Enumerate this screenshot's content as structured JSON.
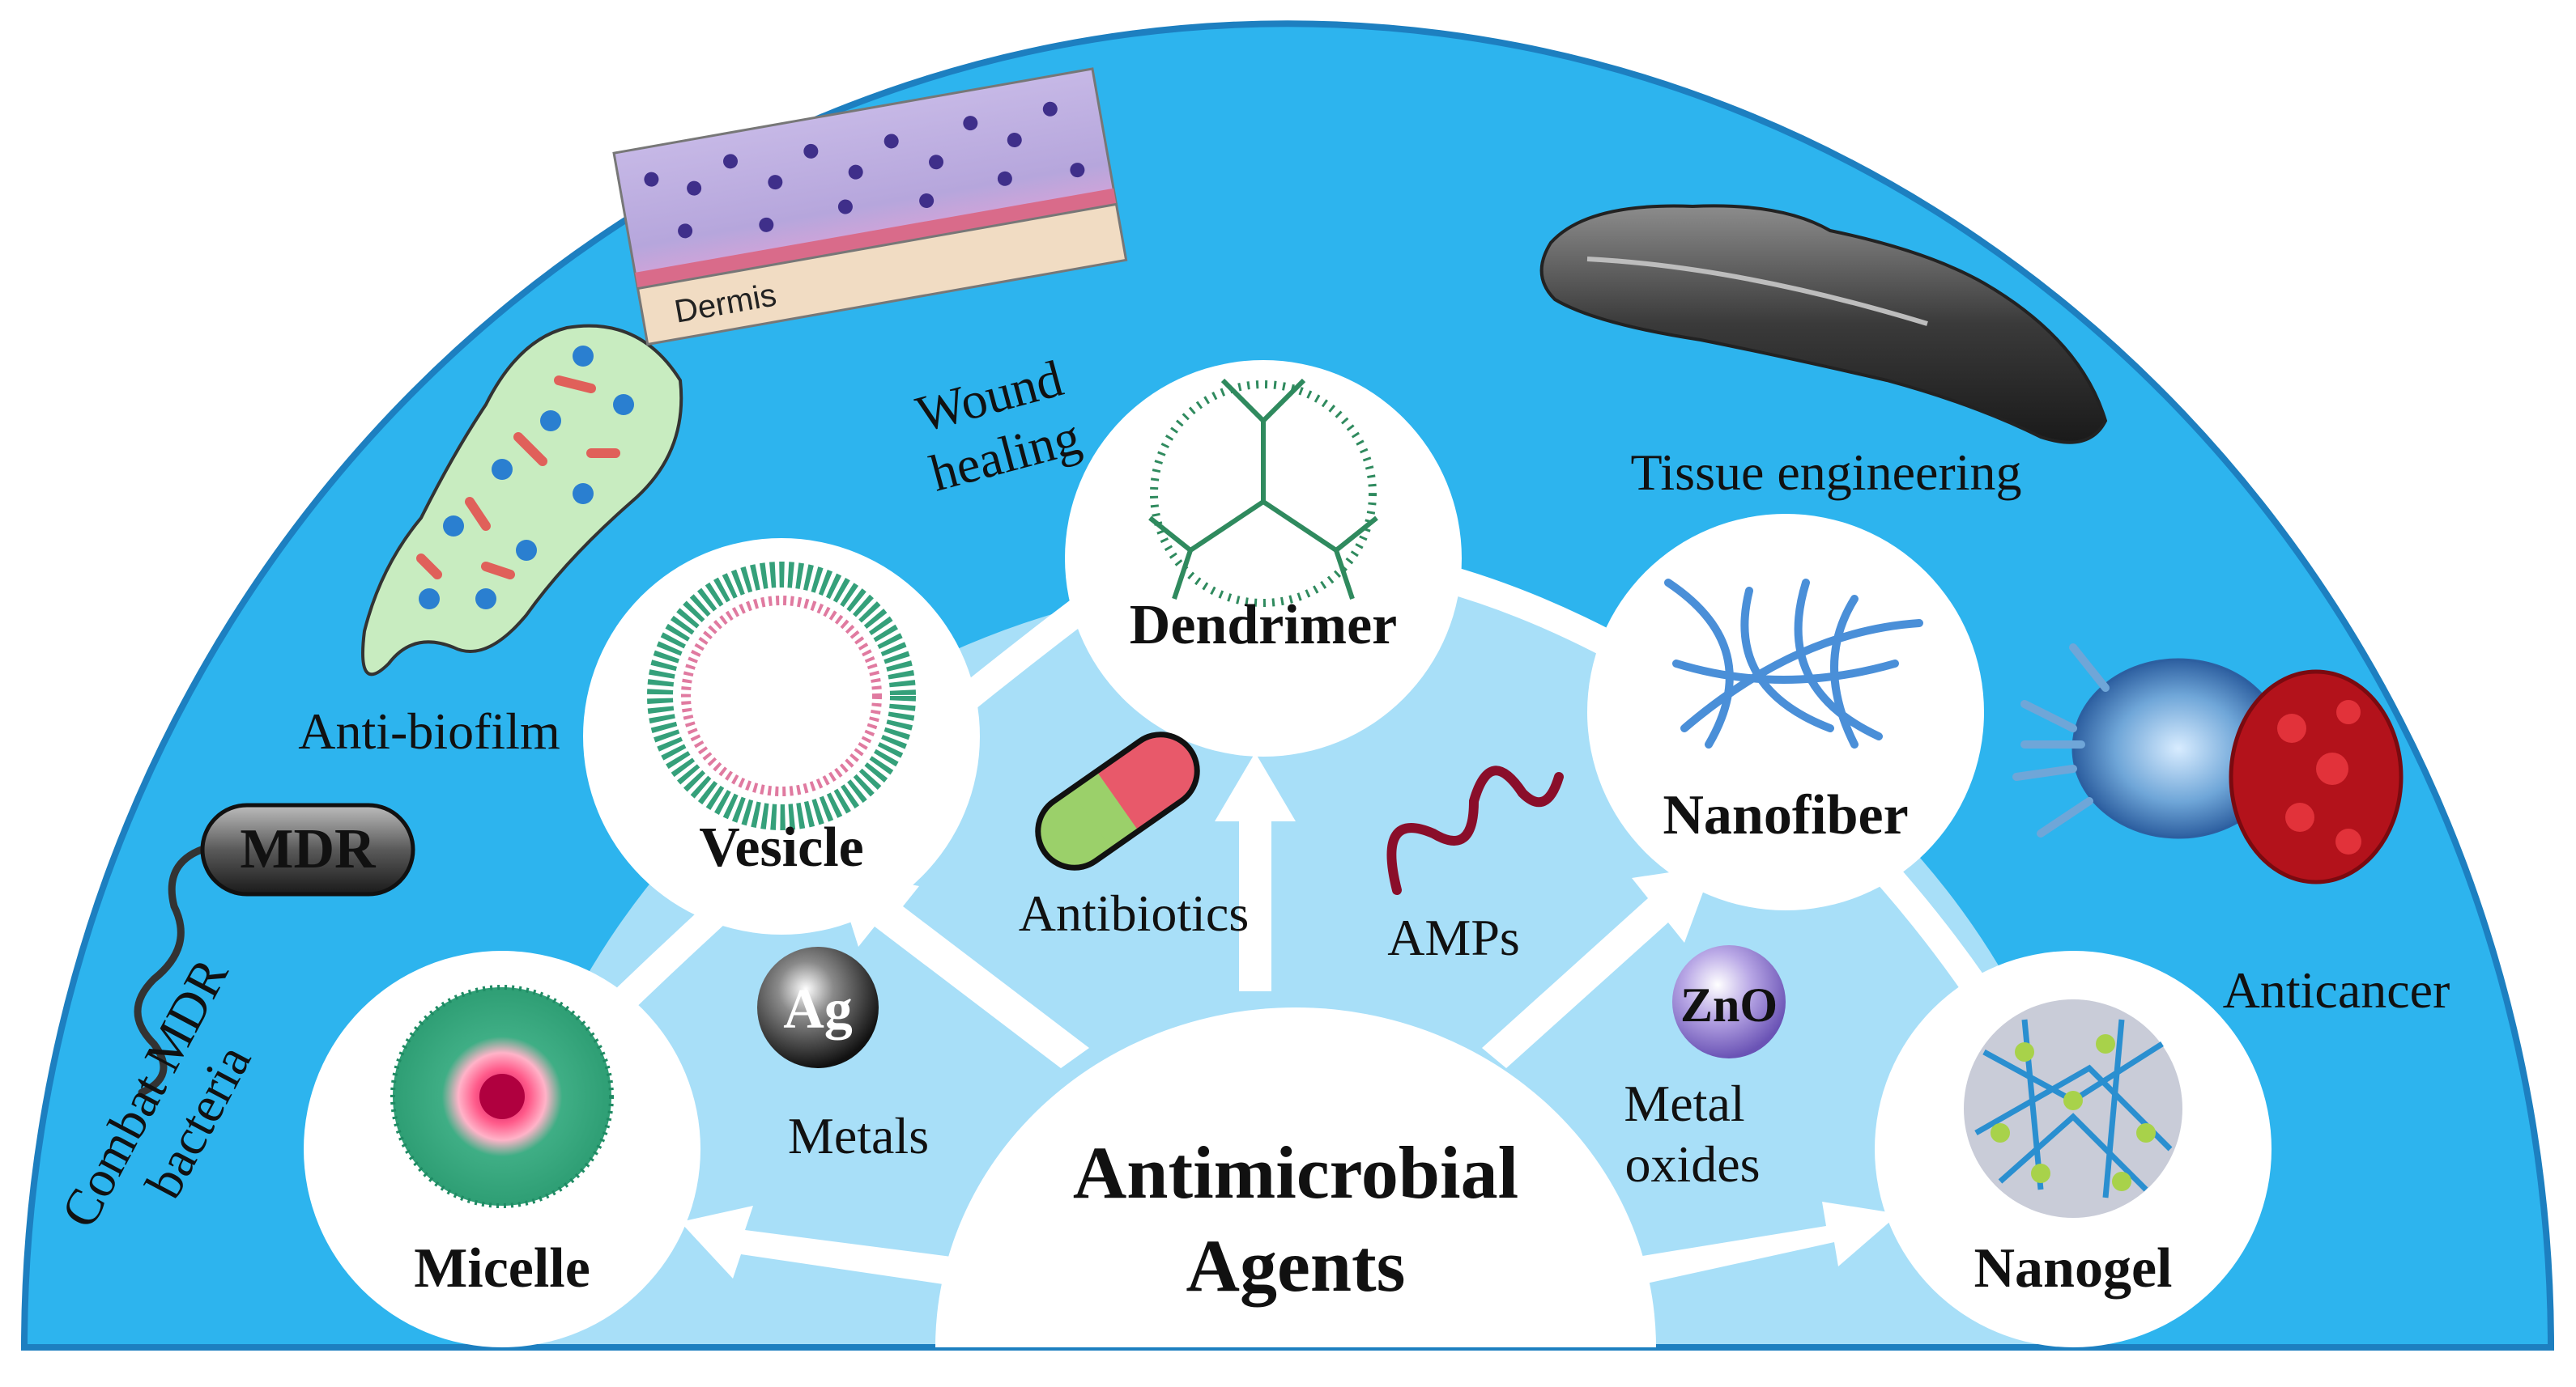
{
  "center": {
    "line1": "Antimicrobial",
    "line2": "Agents"
  },
  "carriers": {
    "micelle": "Micelle",
    "vesicle": "Vesicle",
    "dendrimer": "Dendrimer",
    "nanofiber": "Nanofiber",
    "nanogel": "Nanogel"
  },
  "agents": {
    "metals_label": "Metals",
    "metal_symbol": "Ag",
    "antibiotics_label": "Antibiotics",
    "amps_label": "AMPs",
    "metal_oxides_line1": "Metal",
    "metal_oxides_line2": "oxides",
    "oxide_symbol": "ZnO"
  },
  "applications": {
    "mdr_badge": "MDR",
    "combat_line1": "Combat MDR",
    "combat_line2": "bacteria",
    "anti_biofilm": "Anti-biofilm",
    "wound_line1": "Wound",
    "wound_line2": "healing",
    "dermis": "Dermis",
    "tissue": "Tissue engineering",
    "anticancer": "Anticancer"
  },
  "colors": {
    "outer": "#2DB4EE",
    "inner": "#A8DFF8",
    "border": "#1D7FC0",
    "white": "#FFFFFF"
  }
}
